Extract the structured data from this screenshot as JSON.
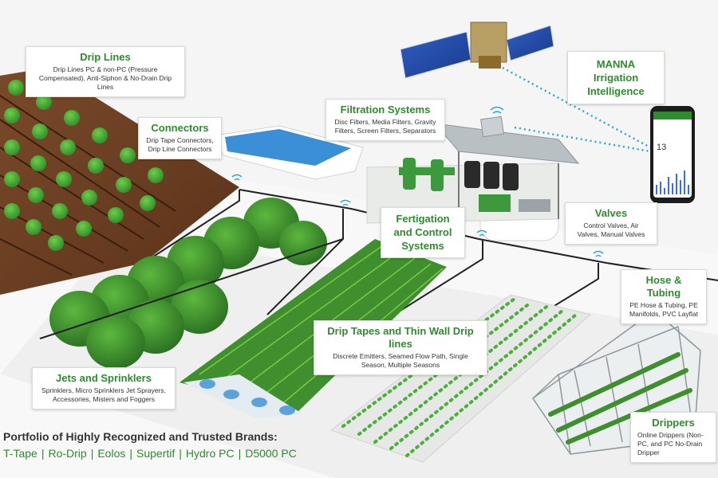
{
  "callouts": {
    "drip_lines": {
      "title": "Drip Lines",
      "desc": "Drip Lines PC & non-PC (Pressure Compensated), Anti-Siphon & No-Drain Drip Lines"
    },
    "connectors": {
      "title": "Connectors",
      "desc": "Drip Tape Connectors, Drip Line Connectors"
    },
    "filtration": {
      "title": "Filtration Systems",
      "desc": "Disc Filters, Media Filters, Gravity Filters, Screen Filters, Separators"
    },
    "manna": {
      "title": "MANNA Irrigation Intelligence"
    },
    "fertigation": {
      "title": "Fertigation and Control Systems"
    },
    "valves": {
      "title": "Valves",
      "desc": "Control Valves, Air Valves, Manual Valves"
    },
    "hose": {
      "title": "Hose & Tubing",
      "desc": "PE Hose & Tubing, PE Manifolds, PVC Layflat"
    },
    "drip_tapes": {
      "title": "Drip Tapes and Thin Wall Drip lines",
      "desc": "Discrete Emitters, Seamed Flow Path, Single Season, Multiple Seasons"
    },
    "jets": {
      "title": "Jets and Sprinklers",
      "desc": "Sprinklers, Micro Sprinklers Jet Sprayers, Accessories, Misters and Foggers"
    },
    "drippers": {
      "title": "Drippers",
      "desc": "Online Drippers (Non-PC, and PC No-Drain Dripper"
    }
  },
  "portfolio": {
    "heading": "Portfolio of Highly Recognized and Trusted Brands:",
    "brands": [
      "T-Tape",
      "Ro-Drip",
      "Eolos",
      "Supertif",
      "Hydro PC",
      "D5000 PC"
    ]
  },
  "phone": {
    "value": "13"
  },
  "colors": {
    "brand_green": "#2e8b2e",
    "soil": "#6b3e22",
    "foliage": "#4caf3a",
    "water": "#3a8fd6",
    "pipe": "#222222",
    "signal": "#29a8d8"
  },
  "icons": [
    "satellite-icon",
    "wifi-icon",
    "smartphone-icon",
    "water-tank-icon",
    "pool-icon",
    "greenhouse-icon"
  ]
}
